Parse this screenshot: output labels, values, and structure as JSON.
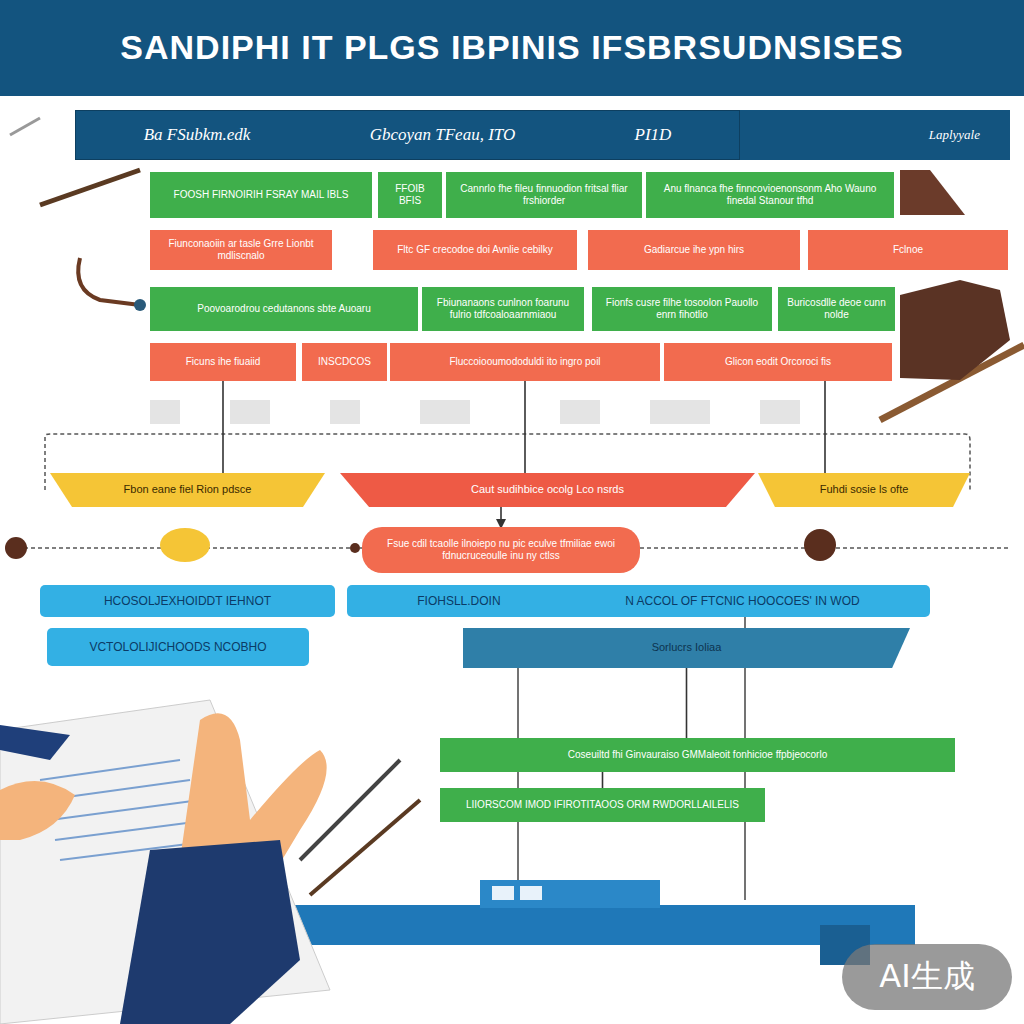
{
  "diagram": {
    "title": "SANDIPHI IT PLGS IBPINIS IFSBRSUDNSISES",
    "nodes": [
      {
        "text": [
          "Ba FSubkm.edk",
          "Gbcoyan TFeau, ITO",
          "PI1D"
        ]
      },
      {
        "text": [
          "Laplyyale"
        ]
      },
      {
        "text": [
          "FOOSH FIRNOIRIH FSRAY MAIL IBLS"
        ]
      },
      {
        "text": [
          "FFOIB BFIS"
        ]
      },
      {
        "text": [
          "Cannrlo fhe fileu finnuodion fritsal fliar frshiorder"
        ]
      },
      {
        "text": [
          "Anu flnanca fhe finncovioenonsonm Aho Wauno finedal Stanour tfhd"
        ]
      },
      {
        "text": [
          "Fiunconaoiin ar tasle Grre Lionbt mdliscnalo"
        ]
      },
      {
        "text": [
          "Fltc GF crecodoe doi Avnlie cebilky"
        ]
      },
      {
        "text": [
          "Gadiarcue ihe ypn hirs"
        ]
      },
      {
        "text": [
          "Fclnoe"
        ]
      },
      {
        "text": [
          "Poovoarodrou cedutanons sbte Auoaru"
        ]
      },
      {
        "text": [
          "Fbiunanaons cunlnon foarunu fulrio tdfcoaloaarnmiaou"
        ]
      },
      {
        "text": [
          "Fionfs cusre filhe tosoolon Pauollo enrn fihotlio"
        ]
      },
      {
        "text": [
          "Buricosdlle deoe cunn nolde"
        ]
      },
      {
        "text": [
          "Ficuns ihe fiuaiid"
        ]
      },
      {
        "text": [
          "INSCDCOS"
        ]
      },
      {
        "text": [
          "Fluccoiooumododuldi ito ingro poil"
        ]
      },
      {
        "text": [
          "Glicon eodit Orcoroci fis"
        ]
      },
      {
        "text": [
          "Fbon eane fiel Rion pdsce"
        ]
      },
      {
        "text": [
          "Caut sudihbice ocolg Lco nsrds"
        ]
      },
      {
        "text": [
          "Fuhdi sosie ls ofte"
        ]
      },
      {
        "text": [
          "Fsue cdil tcaolle ilnoiepo nu pic eculve tfmiliae ewoi fdnucruceoulle inu ny ctlss"
        ]
      },
      {
        "text": [
          "HCOSOLJEXHOIDDT IEHNOT"
        ]
      },
      {
        "text": [
          "FIOHSLL.DOIN",
          "N ACCOL OF FTCNIC HOOCOES' IN WOD"
        ]
      },
      {
        "text": [
          "VCTOLOLIJICHOODS NCOBHO"
        ]
      },
      {
        "text": [
          "Sorlucrs Ioliaa"
        ]
      },
      {
        "text": [
          "Coseuiltd fhi Ginvauraiso GMMaleoit fonhicioe ffpbjeocorlo"
        ]
      },
      {
        "text": [
          "LIIORSCOM IMOD IFIROTITAOOS ORM RWDORLLAILELIS"
        ]
      }
    ],
    "edges": [
      {
        "from": 14,
        "to": 18,
        "arrow": "none"
      },
      {
        "from": 16,
        "to": 19,
        "arrow": "none"
      },
      {
        "from": 17,
        "to": 20,
        "arrow": "none"
      },
      {
        "from": 19,
        "to": 21,
        "arrow": "to"
      },
      {
        "from": 25,
        "to": 26,
        "arrow": "none"
      },
      {
        "from": 26,
        "to": 27,
        "arrow": "none"
      }
    ],
    "labels": [
      "AI生成"
    ]
  }
}
